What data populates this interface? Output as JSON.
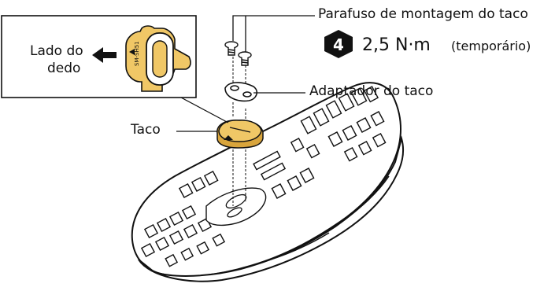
{
  "labels": {
    "screw": "Parafuso de montagem do taco",
    "step_number": "4",
    "torque": "2,5 N·m",
    "torque_note": "(temporário)",
    "adapter": "Adaptador do taco",
    "cleat": "Taco",
    "toe_side_line1": "Lado do",
    "toe_side_line2": "dedo",
    "cleat_marking": "SM-SH51"
  },
  "colors": {
    "cleat_fill": "#f0c766",
    "cleat_dark": "#d9a53c",
    "line": "#111111",
    "badge": "#111111"
  },
  "icons": {
    "direction": "arrow-left-icon",
    "step_badge": "hexagon-badge-icon"
  }
}
